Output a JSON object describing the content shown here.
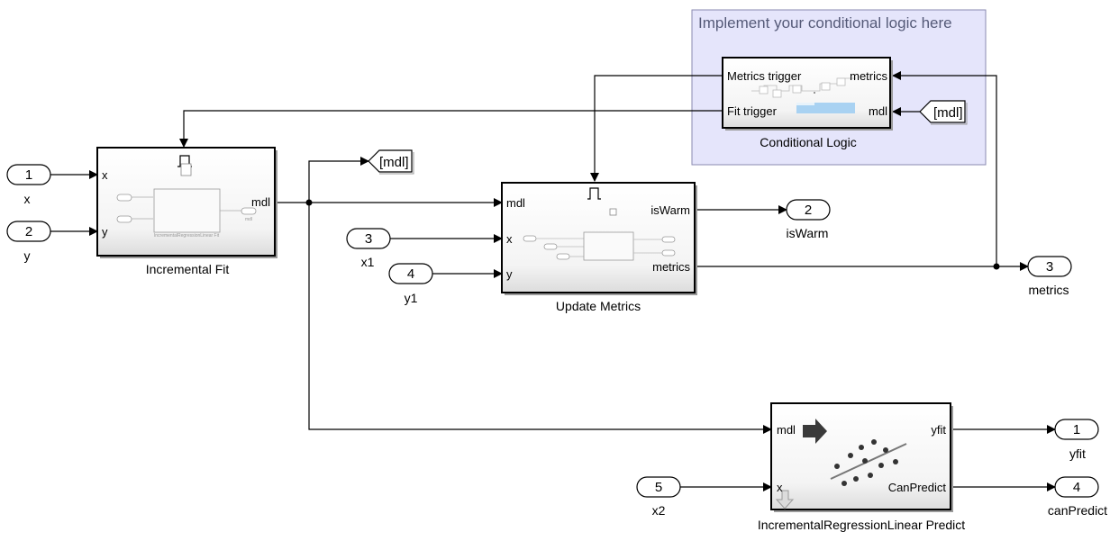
{
  "area": {
    "title": "Implement your conditional logic here",
    "fill": "#e5e5fb",
    "border": "#8a8ab0"
  },
  "inports": [
    {
      "num": "1",
      "label": "x"
    },
    {
      "num": "2",
      "label": "y"
    },
    {
      "num": "3",
      "label": "x1"
    },
    {
      "num": "4",
      "label": "y1"
    },
    {
      "num": "5",
      "label": "x2"
    }
  ],
  "outports": [
    {
      "num": "2",
      "label": "isWarm"
    },
    {
      "num": "3",
      "label": "metrics"
    },
    {
      "num": "1",
      "label": "yfit"
    },
    {
      "num": "4",
      "label": "canPredict"
    }
  ],
  "goto_tag": "[mdl]",
  "from_tag": "[mdl]",
  "blocks": {
    "incremental_fit": {
      "name": "Incremental Fit",
      "in_x": "x",
      "in_y": "y",
      "out_mdl": "mdl",
      "inner_caption": "IncrementalRegressionLinear Fit",
      "inner_out": "mdl"
    },
    "update_metrics": {
      "name": "Update Metrics",
      "in_mdl": "mdl",
      "in_x": "x",
      "in_y": "y",
      "out_iswarm": "isWarm",
      "out_metrics": "metrics"
    },
    "conditional_logic": {
      "name": "Conditional Logic",
      "out_metrics": "metrics",
      "in_metrics": "Metrics trigger",
      "out_fit": "Fit trigger",
      "in_mdl": "mdl"
    },
    "predict": {
      "name": "IncrementalRegressionLinear Predict",
      "in_mdl": "mdl",
      "in_x": "x",
      "out_yfit": "yfit",
      "out_canpredict": "CanPredict"
    }
  }
}
